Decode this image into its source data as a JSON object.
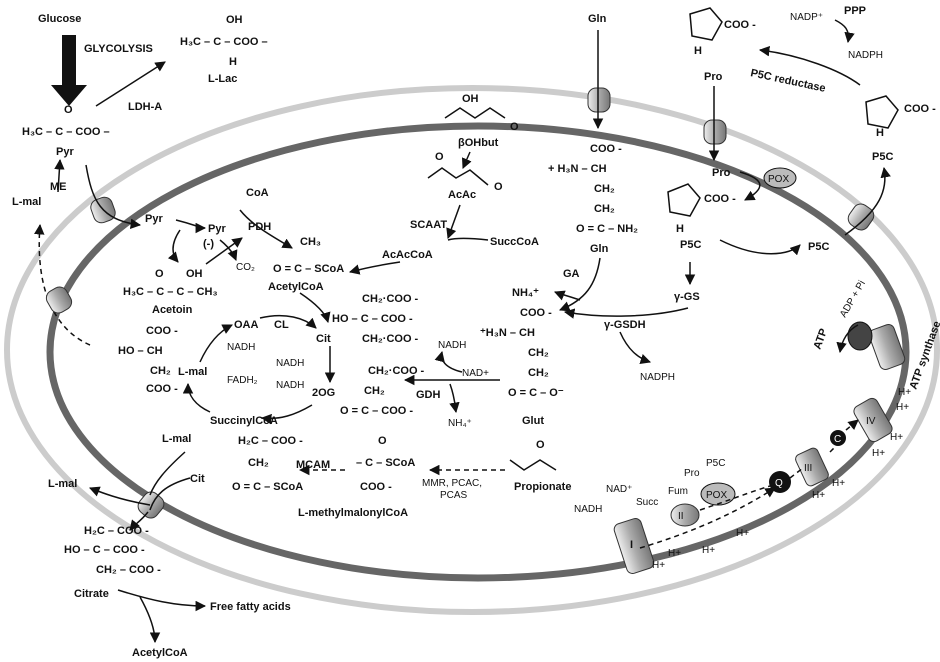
{
  "labels": {
    "glucose": "Glucose",
    "glycolysis": "GLYCOLYSIS",
    "l_lac_struct": "H₃C – C – COO –",
    "oh_top": "OH",
    "h_bottom": "H",
    "l_lac": "L-Lac",
    "ldh_a": "LDH-A",
    "pyr_struct": "H₃C – C – COO –",
    "pyr_o": "O",
    "pyr": "Pyr",
    "me": "ME",
    "l_mal_out": "L-mal",
    "pyr_in": "Pyr",
    "pyr_in2": "Pyr",
    "coa": "CoA",
    "pdh": "PDH",
    "co2": "CO₂",
    "minus": "(-)",
    "acetoin_struct": "H₃C – C – C – CH₃",
    "acetoin": "Acetoin",
    "acetylcoa_ch3": "CH₃",
    "acetylcoa_struct": "O = C – SCoA",
    "acetylcoa": "AcetylCoA",
    "bohbut": "βOHbut",
    "acac": "AcAc",
    "scaat": "SCAAT",
    "succcoa": "SuccCoA",
    "acaccoa": "AcAcCoA",
    "gln_top": "Gln",
    "gln_struct_1": "COO -",
    "gln_struct_2": "+ H₃N – CH",
    "gln_struct_3": "CH₂",
    "gln_struct_4": "CH₂",
    "gln_struct_5": "O = C – NH₂",
    "gln_in": "Gln",
    "ga": "GA",
    "nh4_1": "NH₄⁺",
    "pro_top": "Pro",
    "pro_in": "Pro",
    "pox": "POX",
    "p5c_in": "P5C",
    "p5c_mem": "P5C",
    "p5c_out": "P5C",
    "nadp_plus": "NADP⁺",
    "ppp": "PPP",
    "nadph_top": "NADPH",
    "p5c_reductase": "P5C reductase",
    "gamma_gs": "γ-GS",
    "gamma_gsdh": "γ-GSDH",
    "nadph_mid": "NADPH",
    "glut": "Glut",
    "glut_struct_1": "COO -",
    "glut_struct_2": "⁺H₃N – CH",
    "glut_struct_3": "CH₂",
    "glut_struct_4": "CH₂",
    "glut_struct_5": "O = C – O⁻",
    "nadh_gdh": "NADH",
    "nad_plus_gdh": "NAD+",
    "gdh": "GDH",
    "nh4_2": "NH₄⁺",
    "oaa": "OAA",
    "cl": "CL",
    "cit": "Cit",
    "nadh_1": "NADH",
    "nadh_2": "NADH",
    "nadh_3": "NADH",
    "fadh2": "FADH₂",
    "two_og": "2OG",
    "succinylcoa": "SuccinylCoA",
    "l_mal_in": "L-mal",
    "mal_struct_1": "COO -",
    "mal_struct_2": "HO – CH",
    "mal_struct_3": "CH₂",
    "mal_struct_4": "COO -",
    "cit_struct_1": "CH₂·COO -",
    "cit_struct_2": "HO – C – COO -",
    "cit_struct_3": "CH₂·COO -",
    "akg_struct_1": "CH₂·COO -",
    "akg_struct_2": "CH₂",
    "akg_struct_3": "O = C – COO -",
    "mcam": "MCAM",
    "succcoa_struct_1": "H₂C – COO -",
    "succcoa_struct_2": "CH₂",
    "succcoa_struct_3": "O = C – SCoA",
    "mmcoa_struct_1": "O",
    "mmcoa_struct_2": "– C – SCoA",
    "mmcoa_struct_3": "COO -",
    "l_mmcoa": "L-methylmalonylCoA",
    "mmr": "MMR, PCAC,",
    "pcas": "PCAS",
    "propionate": "Propionate",
    "l_mal_bottom": "L-mal",
    "l_mal_bottom2": "L-mal",
    "cit_bottom": "Cit",
    "citrate_struct_1": "H₂C – COO -",
    "citrate_struct_2": "HO – C – COO -",
    "citrate_struct_3": "CH₂ – COO -",
    "citrate": "Citrate",
    "ffa": "Free fatty acids",
    "acetylcoa_bottom": "AcetylCoA",
    "nadh_etc": "NADH",
    "nad_etc": "NAD⁺",
    "succ": "Succ",
    "fum": "Fum",
    "pro_etc": "Pro",
    "p5c_etc": "P5C",
    "pox_etc": "POX",
    "q": "Q",
    "c": "C",
    "complex_i": "I",
    "complex_ii": "II",
    "complex_iii": "III",
    "complex_iv": "IV",
    "atp": "ATP",
    "adp_pi": "ADP + Pi",
    "atp_synthase": "ATP synthase",
    "hplus": "H+"
  },
  "colors": {
    "outer_membrane": "#cccccc",
    "inner_membrane": "#666666",
    "ink": "#111111"
  }
}
